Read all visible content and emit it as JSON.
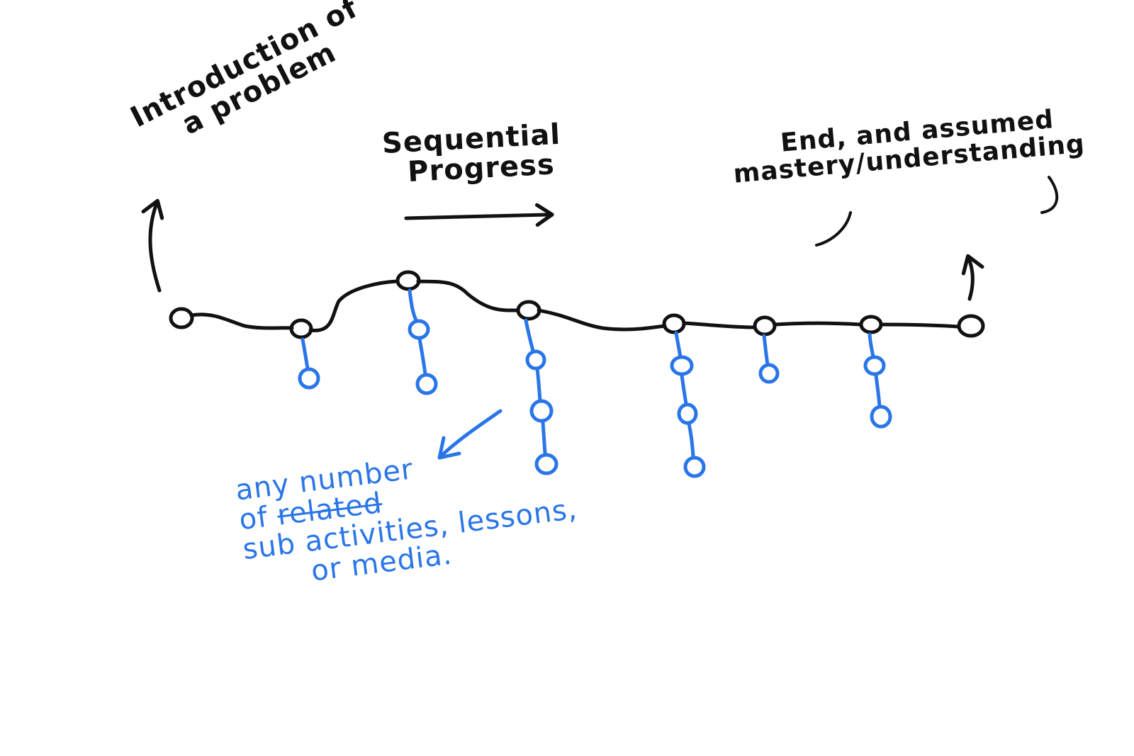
{
  "colors": {
    "main_line": "#111111",
    "branch": "#2a76e8",
    "background": "#ffffff"
  },
  "labels": {
    "intro": {
      "line1": "Introduction of",
      "line2": "a problem"
    },
    "sequential": {
      "line1": "Sequential",
      "line2": "Progress"
    },
    "end": {
      "line1": "End, and assumed",
      "line2": "mastery/understanding"
    },
    "sub_activities": {
      "line1": "any number",
      "line2_prefix": "of",
      "line2_struck": "related",
      "line3": "sub activities, lessons,",
      "line4": "or media."
    }
  },
  "diagram": {
    "main_nodes": 8,
    "branches": [
      {
        "after_main_node": 2,
        "sub_nodes": 1
      },
      {
        "after_main_node": 3,
        "sub_nodes": 2
      },
      {
        "after_main_node": 4,
        "sub_nodes": 3
      },
      {
        "after_main_node": 5,
        "sub_nodes": 3
      },
      {
        "after_main_node": 6,
        "sub_nodes": 1
      },
      {
        "after_main_node": 7,
        "sub_nodes": 2
      }
    ]
  }
}
